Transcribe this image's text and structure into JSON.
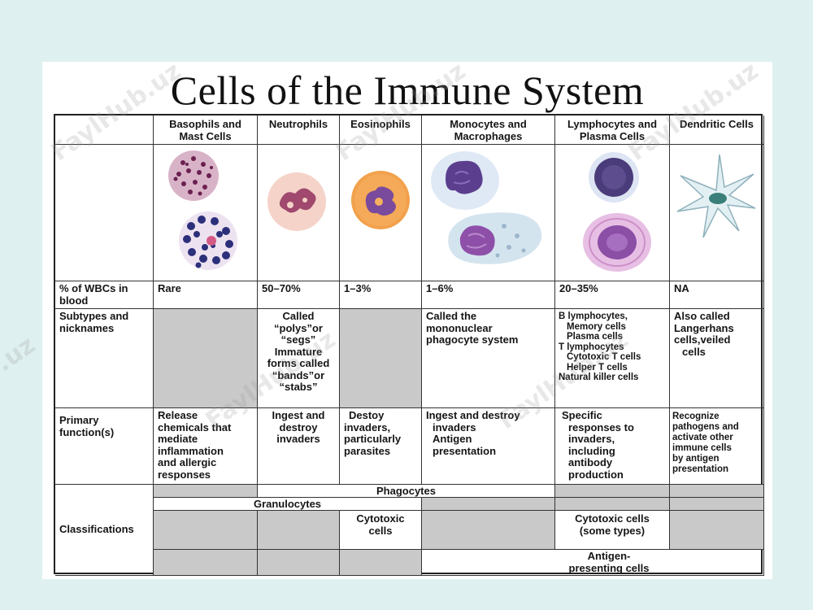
{
  "title": "Cells of the Immune System",
  "watermark": "FaylHub.uz",
  "watermark_partial": ".uz",
  "headers": [
    "Basophils and Mast Cells",
    "Neutrophils",
    "Eosinophils",
    "Monocytes and Macrophages",
    "Lymphocytes and Plasma Cells",
    "Dendritic Cells"
  ],
  "rows": {
    "wbc": {
      "label": "% of WBCs in blood",
      "values": [
        "Rare",
        "50–70%",
        "1–3%",
        "1–6%",
        "20–35%",
        "NA"
      ]
    },
    "subtypes": {
      "label": "Subtypes and nicknames",
      "neutrophils": [
        "Called",
        "“polys”or",
        "“segs”",
        "Immature",
        "forms called",
        "“bands”or",
        "“stabs”"
      ],
      "monocytes": [
        "Called the",
        "mononuclear",
        "phagocyte system"
      ],
      "lymphocytes": [
        "B lymphocytes,",
        "Memory cells",
        "Plasma cells",
        "T lymphocytes",
        "Cytotoxic T cells",
        "Helper T cells",
        "Natural killer cells"
      ],
      "dendritic": [
        "Also called",
        "Langerhans",
        "cells,veiled",
        "cells"
      ]
    },
    "function": {
      "label": "Primary function(s)",
      "basophils": [
        "Release",
        "chemicals that",
        "mediate",
        "inflammation",
        "and allergic",
        "responses"
      ],
      "neutrophils": [
        "Ingest and",
        "destroy",
        "invaders"
      ],
      "eosinophils": [
        "Destoy",
        "invaders,",
        "particularly",
        "parasites"
      ],
      "monocytes": [
        "Ingest and destroy",
        "invaders",
        "Antigen",
        "presentation"
      ],
      "lymphocytes": [
        "Specific",
        "responses to",
        "invaders,",
        "including",
        "antibody",
        "production"
      ],
      "dendritic": [
        "Recognize",
        "pathogens and",
        "activate other",
        "immune cells",
        "by antigen",
        "presentation"
      ]
    },
    "classifications": {
      "label": "Classifications",
      "phagocytes": "Phagocytes",
      "granulocytes": "Granulocytes",
      "cytotoxic": [
        "Cytotoxic",
        "cells"
      ],
      "cytotoxic_some": [
        "Cytotoxic cells",
        "(some types)"
      ],
      "apc": [
        "Antigen-",
        "presenting cells"
      ]
    }
  },
  "colors": {
    "background": "#dff0f0",
    "gray_cell": "#c9c9c9",
    "border": "#333333"
  }
}
